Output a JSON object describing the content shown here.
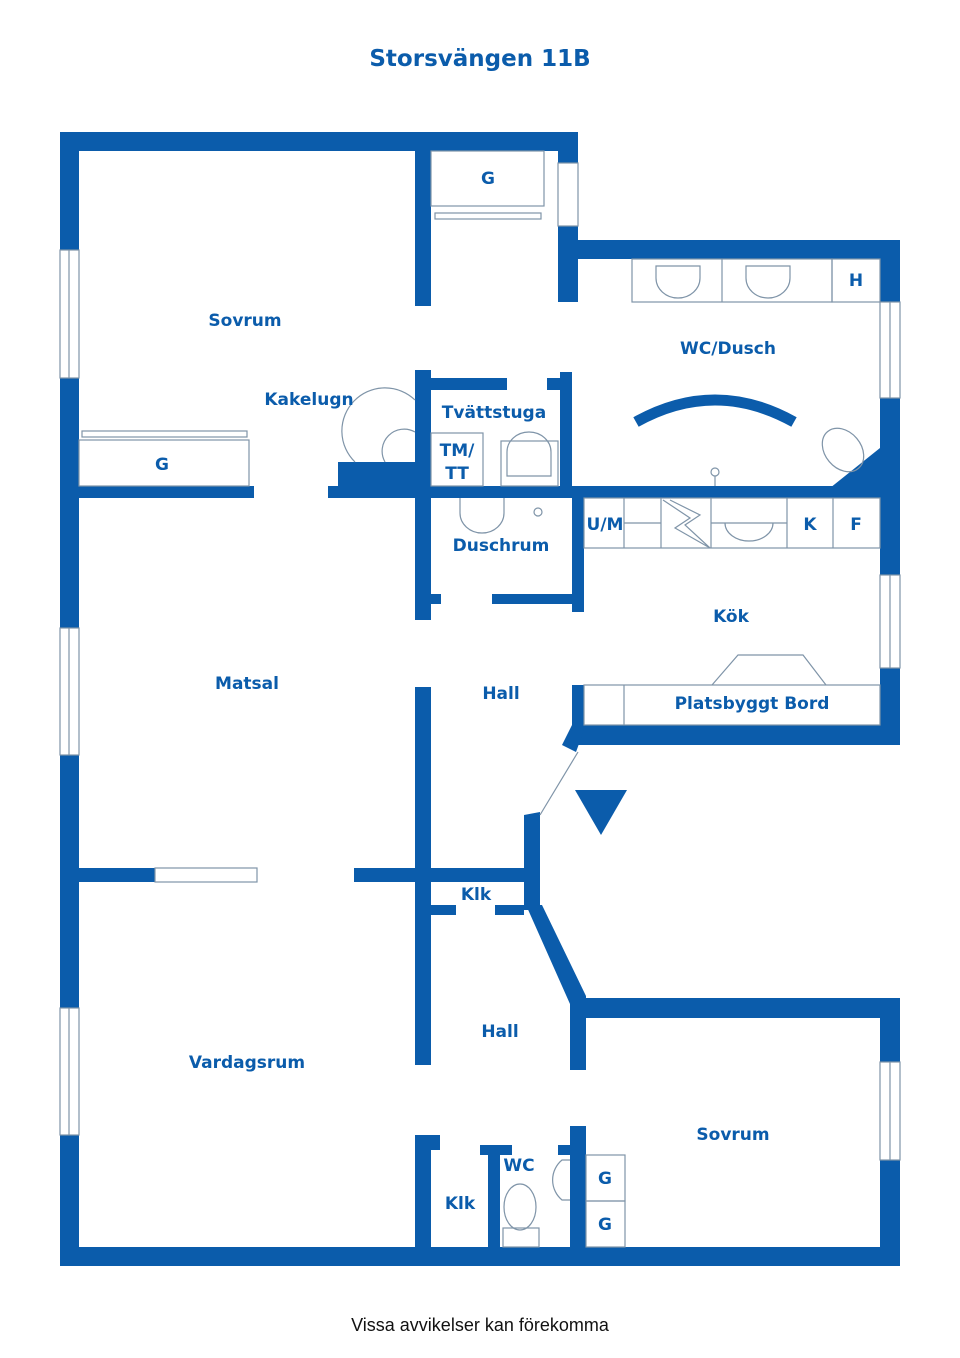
{
  "title": "Storsvängen 11B",
  "footer": "Vissa avvikelser kan förekomma",
  "accent_color": "#0b5cab",
  "rooms": {
    "sovrum_top": "Sovrum",
    "g_top": "G",
    "g_left": "G",
    "kakelugn": "Kakelugn",
    "tvattstuga": "Tvättstuga",
    "tm_tt_1": "TM/",
    "tm_tt_2": "TT",
    "wc_dusch": "WC/Dusch",
    "h": "H",
    "duschrum": "Duschrum",
    "um": "U/M",
    "k": "K",
    "f": "F",
    "kok": "Kök",
    "platsbyggt_bord": "Platsbyggt Bord",
    "matsal": "Matsal",
    "hall_top": "Hall",
    "klk_mid": "Klk",
    "hall_bottom": "Hall",
    "vardagsrum": "Vardagsrum",
    "sovrum_bottom": "Sovrum",
    "klk_bottom": "Klk",
    "wc": "WC",
    "g_bottom_1": "G",
    "g_bottom_2": "G"
  }
}
